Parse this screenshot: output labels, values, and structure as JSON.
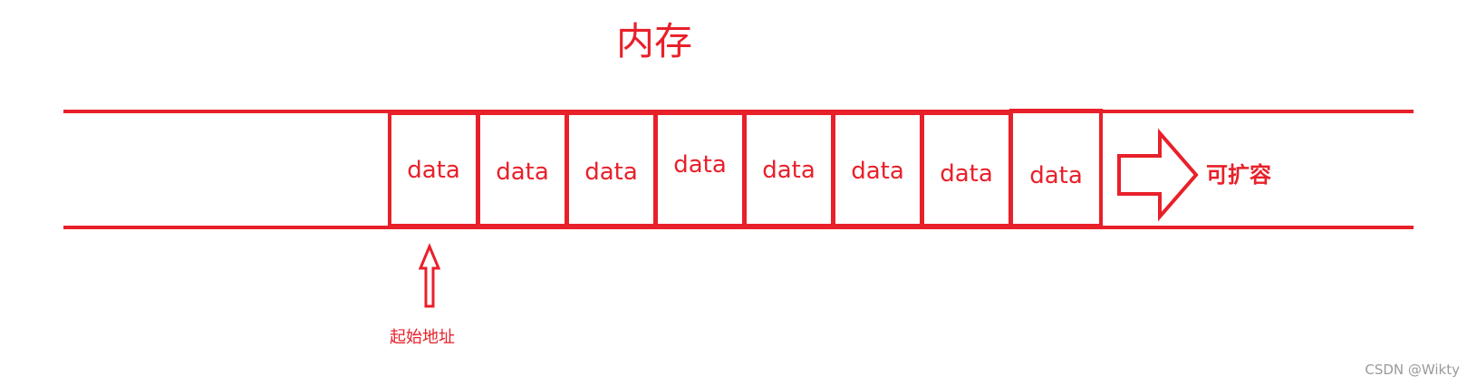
{
  "diagram": {
    "title": "内存",
    "cells": [
      "data",
      "data",
      "data",
      "data",
      "data",
      "data",
      "data",
      "data"
    ],
    "expand_label": "可扩容",
    "start_label": "起始地址",
    "watermark": "CSDN @Wikty",
    "colors": {
      "stroke": "#e8202a",
      "text": "#e8202a",
      "watermark": "#9a9a9a"
    }
  }
}
